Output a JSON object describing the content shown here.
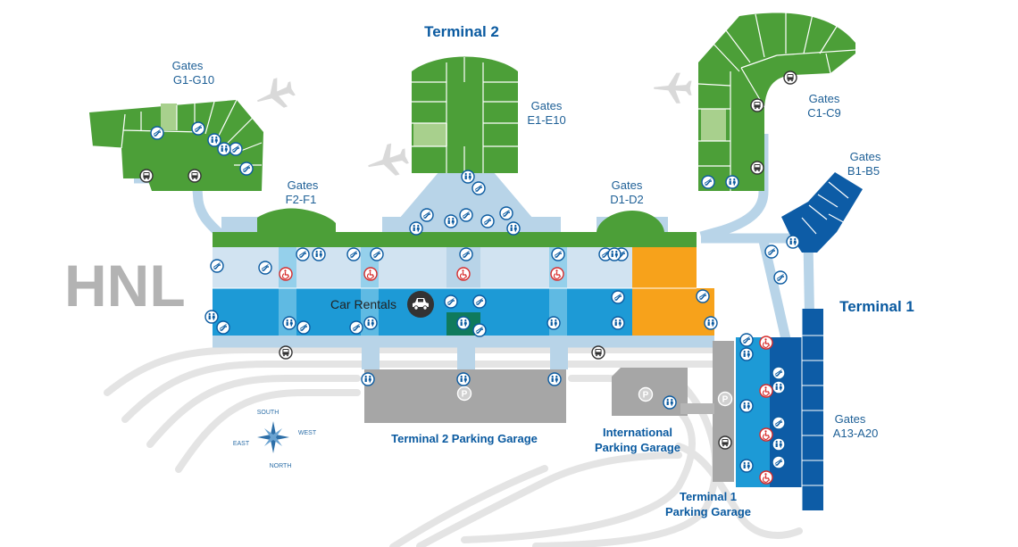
{
  "map_title": "HNL",
  "terminals": {
    "terminal_1": "Terminal 1",
    "terminal_2": "Terminal 2"
  },
  "gate_groups": {
    "g": {
      "line1": "Gates",
      "line2": "G1-G10"
    },
    "e": {
      "line1": "Gates",
      "line2": "E1-E10"
    },
    "c": {
      "line1": "Gates",
      "line2": "C1-C9"
    },
    "b": {
      "line1": "Gates",
      "line2": "B1-B5"
    },
    "f": {
      "line1": "Gates",
      "line2": "F2-F1"
    },
    "d": {
      "line1": "Gates",
      "line2": "D1-D2"
    },
    "a": {
      "line1": "Gates",
      "line2": "A13-A20"
    }
  },
  "car_rentals": "Car Rentals",
  "parking": {
    "terminal_2": "Terminal 2 Parking Garage",
    "international_line1": "International",
    "international_line2": "Parking Garage",
    "terminal_1_line1": "Terminal 1",
    "terminal_1_line2": "Parking Garage",
    "p_symbol": "P"
  },
  "compass": {
    "south": "SOUTH",
    "west": "WEST",
    "east": "EAST",
    "north": "NORTH"
  },
  "colors": {
    "concourse_green": "#4c9f38",
    "light_green": "#a8d08d",
    "terminal1_navy": "#0d5ca6",
    "ticketing_blue": "#1d9ad6",
    "upper_light_blue": "#d1e3f1",
    "walkway_blue": "#b8d4e8",
    "connector_blue": "#7cc7e8",
    "orange": "#f7a21b",
    "dark_teal": "#0f7a5c",
    "parking_gray": "#a6a6a6",
    "road_gray": "#e4e4e4",
    "label_blue": "#0a5aa0"
  },
  "icons": {
    "escalator": "escalator-icon",
    "restroom": "restroom-icon",
    "shuttle": "shuttle-bus-icon",
    "wheelchair": "wheelchair-icon",
    "car": "car-icon",
    "airplane": "airplane-icon",
    "compass": "compass-rose-icon"
  }
}
